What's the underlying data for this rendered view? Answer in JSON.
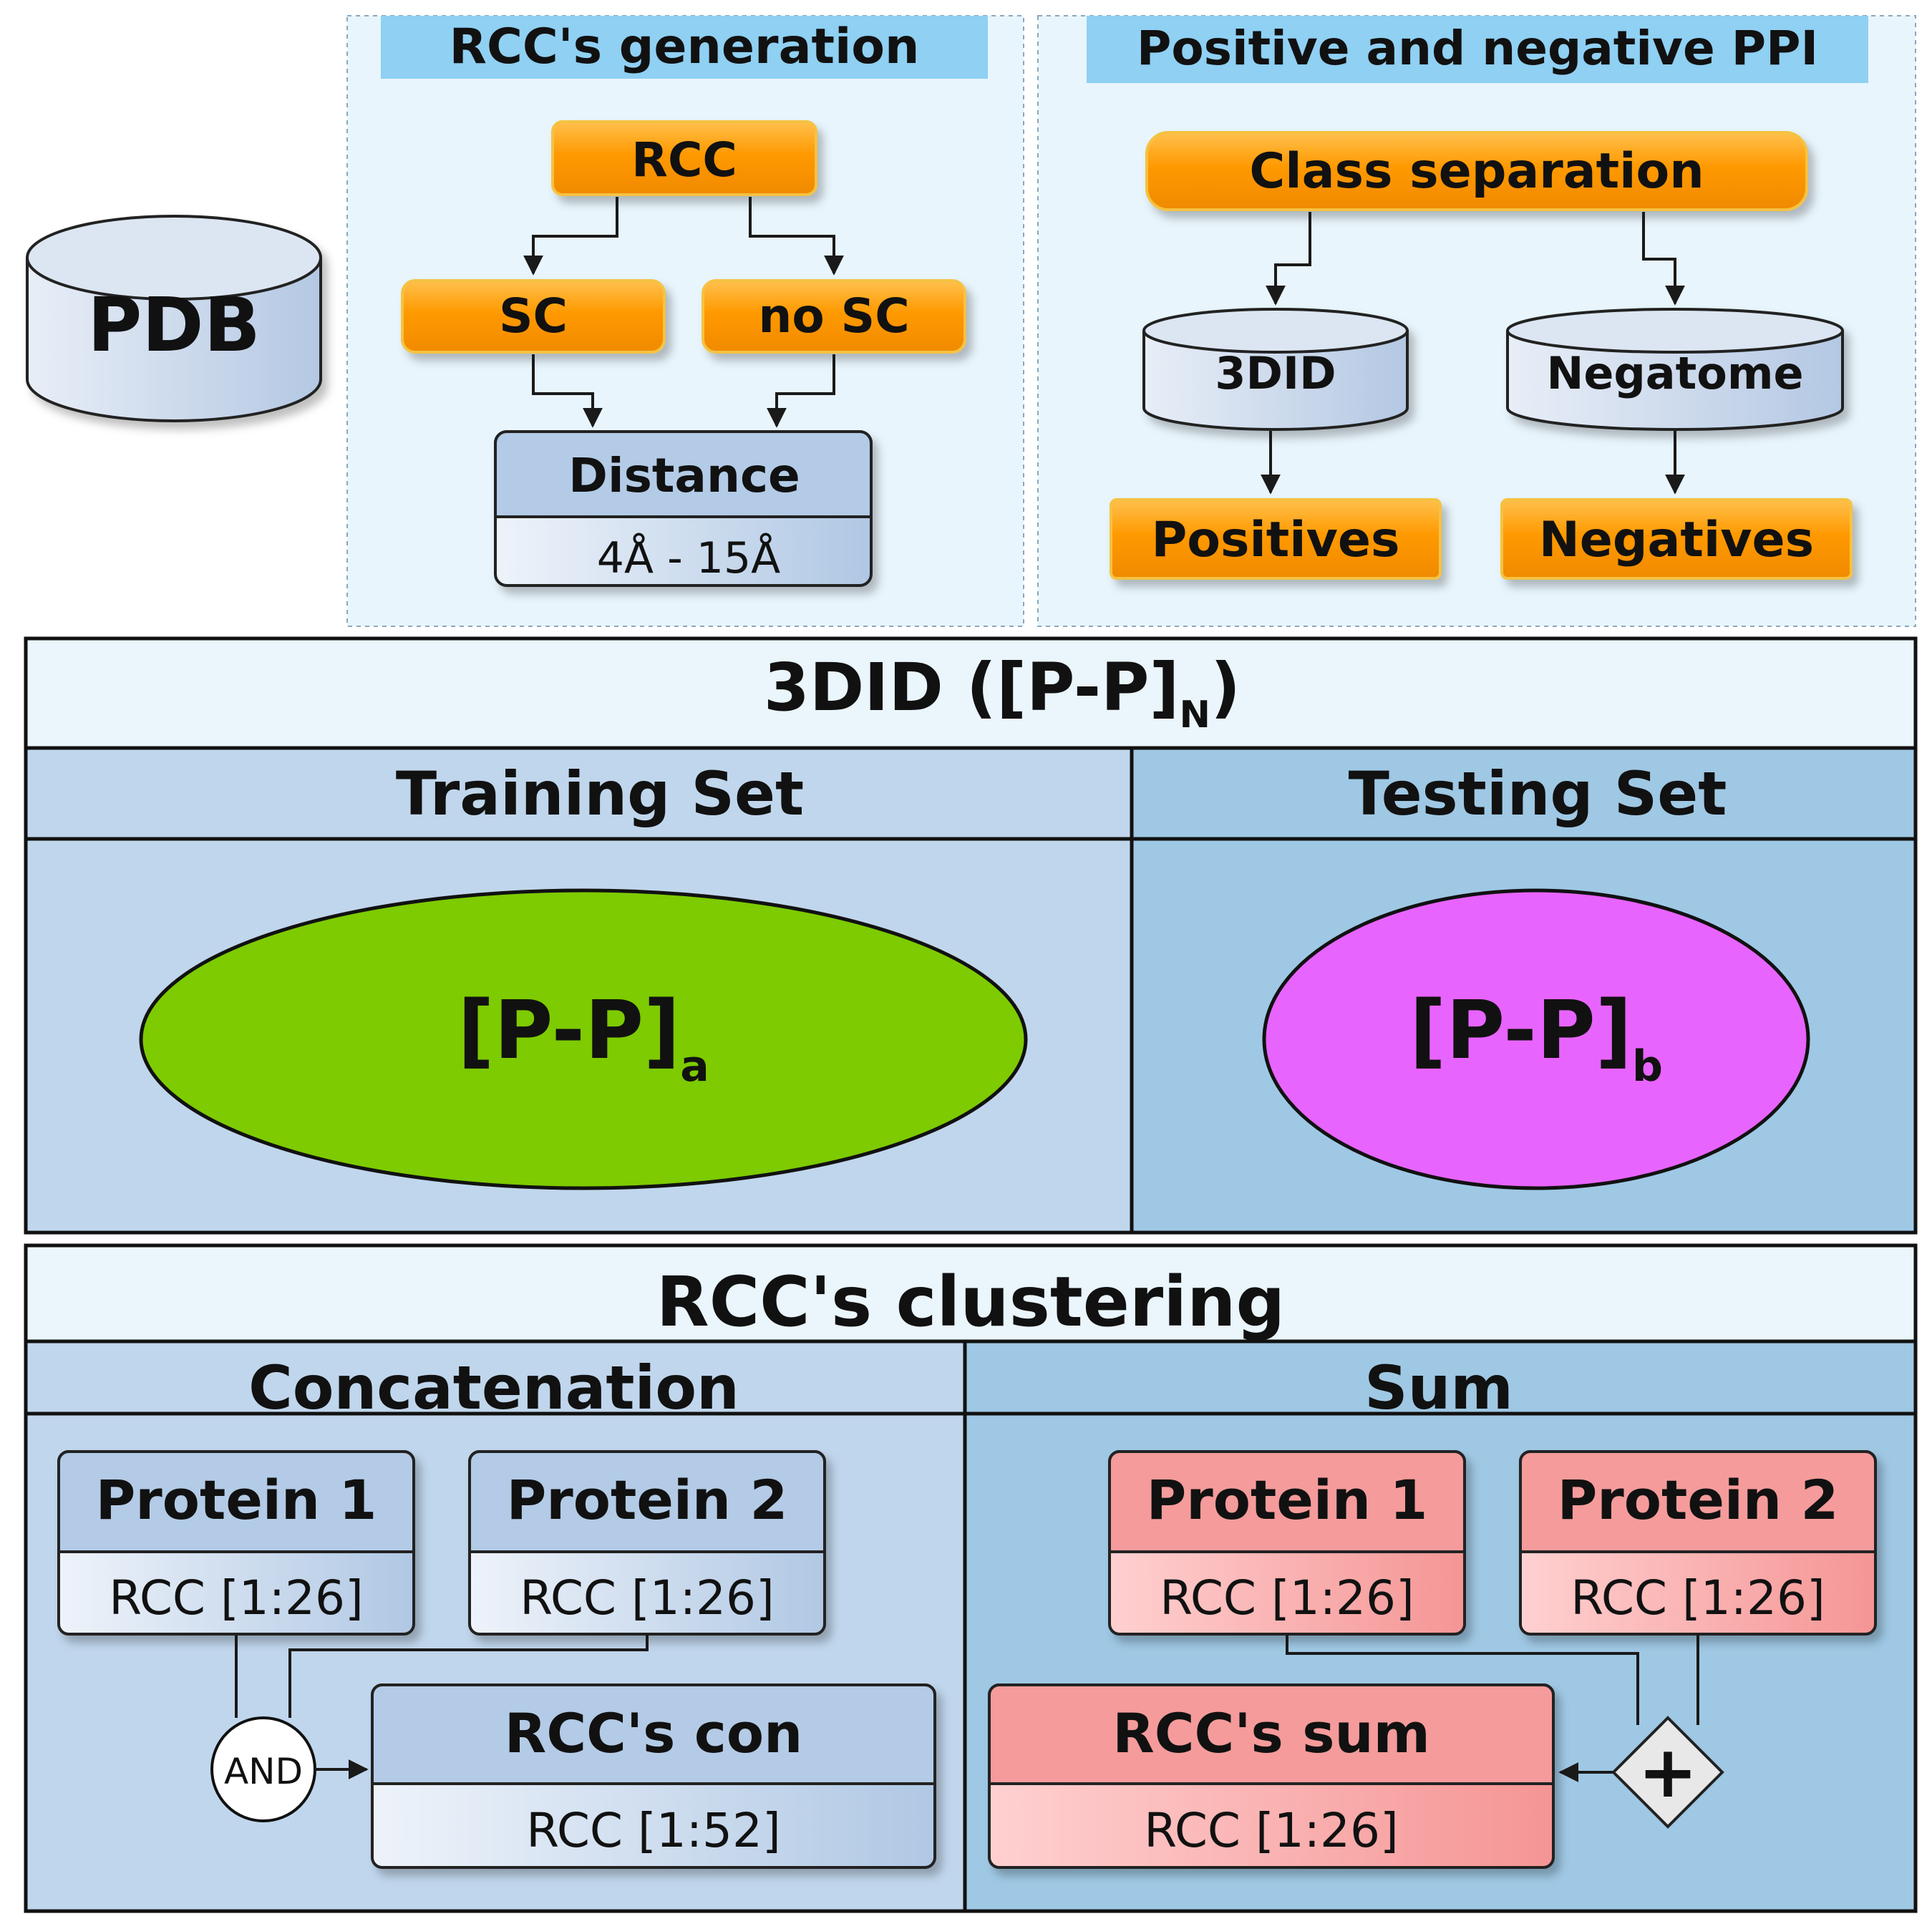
{
  "pdb": {
    "label": "PDB"
  },
  "rcc_generation": {
    "title": "RCC's generation",
    "rcc": "RCC",
    "sc": "SC",
    "no_sc": "no SC",
    "distance_title": "Distance",
    "distance_range": "4Å - 15Å"
  },
  "ppi": {
    "title": "Positive and negative PPI",
    "class_separation": "Class separation",
    "db_3did": "3DID",
    "db_negatome": "Negatome",
    "positives": "Positives",
    "negatives": "Negatives"
  },
  "dataset": {
    "title_main": "3DID ([P-P]",
    "title_sub": "N",
    "title_close": ")",
    "training_label": "Training Set",
    "testing_label": "Testing Set",
    "training_ellipse": "[P-P]",
    "training_sub": "a",
    "testing_ellipse": "[P-P]",
    "testing_sub": "b"
  },
  "clustering": {
    "title": "RCC's clustering",
    "concat_label": "Concatenation",
    "sum_label": "Sum",
    "concat": {
      "protein1_title": "Protein 1",
      "protein1_value": "RCC [1:26]",
      "protein2_title": "Protein 2",
      "protein2_value": "RCC [1:26]",
      "and_label": "AND",
      "result_title": "RCC's con",
      "result_value": "RCC [1:52]"
    },
    "sum": {
      "protein1_title": "Protein 1",
      "protein1_value": "RCC [1:26]",
      "protein2_title": "Protein 2",
      "protein2_value": "RCC [1:26]",
      "plus_symbol": "+",
      "result_title": "RCC's sum",
      "result_value": "RCC [1:26]"
    }
  },
  "colors": {
    "panel_light": "#e6f4fc",
    "title_highlight": "#8fd0f3",
    "orange": "#ff9a0d",
    "blue_box": "#b3cbe6",
    "training_bg": "#c0d6ec",
    "testing_bg": "#9fc8e4",
    "green": "#7dcb00",
    "magenta": "#e864ff",
    "pink": "#f59b9b"
  }
}
